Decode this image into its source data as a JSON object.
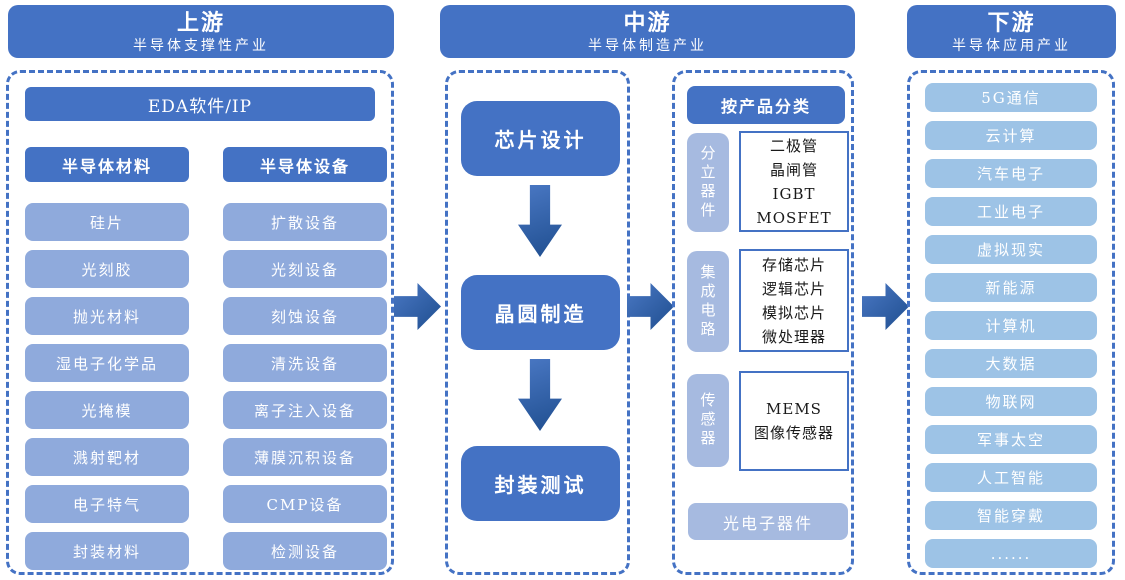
{
  "diagram": {
    "upstream": {
      "title": "上游",
      "subtitle": "半导体支撑性产业",
      "eda_label": "EDA软件/IP",
      "materials_header": "半导体材料",
      "materials": [
        "硅片",
        "光刻胶",
        "抛光材料",
        "湿电子化学品",
        "光掩模",
        "溅射靶材",
        "电子特气",
        "封装材料"
      ],
      "equipment_header": "半导体设备",
      "equipment": [
        "扩散设备",
        "光刻设备",
        "刻蚀设备",
        "清洗设备",
        "离子注入设备",
        "薄膜沉积设备",
        "CMP设备",
        "检测设备"
      ]
    },
    "midstream": {
      "title": "中游",
      "subtitle": "半导体制造产业",
      "flow": [
        "芯片设计",
        "晶圆制造",
        "封装测试"
      ],
      "classification_header": "按产品分类",
      "groups": [
        {
          "category": "分立器件",
          "items": [
            "二极管",
            "晶闸管",
            "IGBT",
            "MOSFET"
          ]
        },
        {
          "category": "集成电路",
          "items": [
            "存储芯片",
            "逻辑芯片",
            "模拟芯片",
            "微处理器"
          ]
        },
        {
          "category": "传感器",
          "items": [
            "MEMS",
            "图像传感器"
          ]
        }
      ],
      "optoelectronics_label": "光电子器件"
    },
    "downstream": {
      "title": "下游",
      "subtitle": "半导体应用产业",
      "applications": [
        "5G通信",
        "云计算",
        "汽车电子",
        "工业电子",
        "虚拟现实",
        "新能源",
        "计算机",
        "大数据",
        "物联网",
        "军事太空",
        "人工智能",
        "智能穿戴",
        "......"
      ]
    }
  },
  "colors": {
    "header_blue": "#4472C4",
    "item_blue": "#8FAADC",
    "category_blue": "#A6BAE0",
    "application_blue": "#9DC3E6",
    "arrow_gradient_light": "#4A78C4",
    "arrow_gradient_dark": "#1F4E8F",
    "dashed_border_blue": "#4472C4",
    "detail_text": "#1A1A1A"
  }
}
